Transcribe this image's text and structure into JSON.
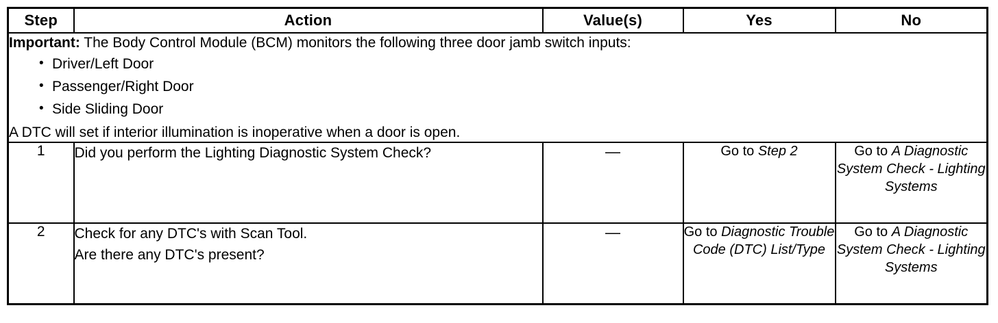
{
  "table": {
    "headers": [
      "Step",
      "Action",
      "Value(s)",
      "Yes",
      "No"
    ],
    "note": {
      "lead": "Important:",
      "lead_text": " The Body Control Module (BCM) monitors the following three door jamb switch inputs:",
      "bullet_glyph": "•",
      "bullets": [
        "Driver/Left Door",
        "Passenger/Right Door",
        "Side Sliding Door"
      ],
      "tail": "A DTC will set if interior illumination is inoperative when a door is open."
    },
    "rows": [
      {
        "step": "1",
        "action_lines": [
          "Did you perform the Lighting Diagnostic System Check?"
        ],
        "value": "—",
        "yes": {
          "prefix": "Go to ",
          "target": "Step 2",
          "align": "bottom"
        },
        "no": {
          "prefix": "Go to ",
          "target": "A Diagnostic System Check - Lighting Systems",
          "align": "top"
        }
      },
      {
        "step": "2",
        "action_lines": [
          "Check for any DTC's with Scan Tool.",
          "Are there any DTC's present?"
        ],
        "value": "—",
        "yes": {
          "prefix": "Go to ",
          "target": "Diagnostic Trouble Code (DTC) List/Type",
          "align": "top"
        },
        "no": {
          "prefix": "Go to ",
          "target": "A Diagnostic System Check - Lighting Systems",
          "align": "top"
        }
      }
    ]
  }
}
